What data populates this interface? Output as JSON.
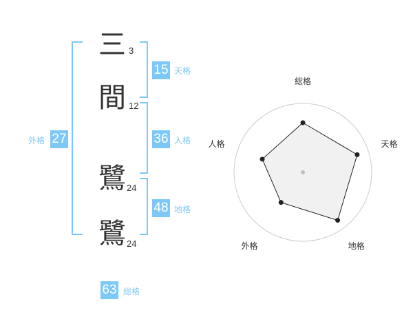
{
  "name": {
    "chars": [
      {
        "char": "三",
        "strokes": "3"
      },
      {
        "char": "間",
        "strokes": "12"
      },
      {
        "char": "鷺",
        "strokes": "24"
      },
      {
        "char": "鷺",
        "strokes": "24"
      }
    ]
  },
  "fortune": {
    "tenkaku": {
      "value": "15",
      "label": "天格"
    },
    "jinkaku": {
      "value": "36",
      "label": "人格"
    },
    "chikaku": {
      "value": "48",
      "label": "地格"
    },
    "gaikaku": {
      "value": "27",
      "label": "外格"
    },
    "soukaku": {
      "value": "63",
      "label": "総格"
    }
  },
  "colors": {
    "accent": "#7dc8f7",
    "text": "#333333",
    "grid": "#cccccc"
  },
  "chart_data": {
    "type": "radar",
    "axes": [
      "総格",
      "天格",
      "地格",
      "外格",
      "人格"
    ],
    "values": [
      0.72,
      0.83,
      0.86,
      0.54,
      0.62
    ],
    "range": [
      0,
      1
    ],
    "grid": true
  }
}
